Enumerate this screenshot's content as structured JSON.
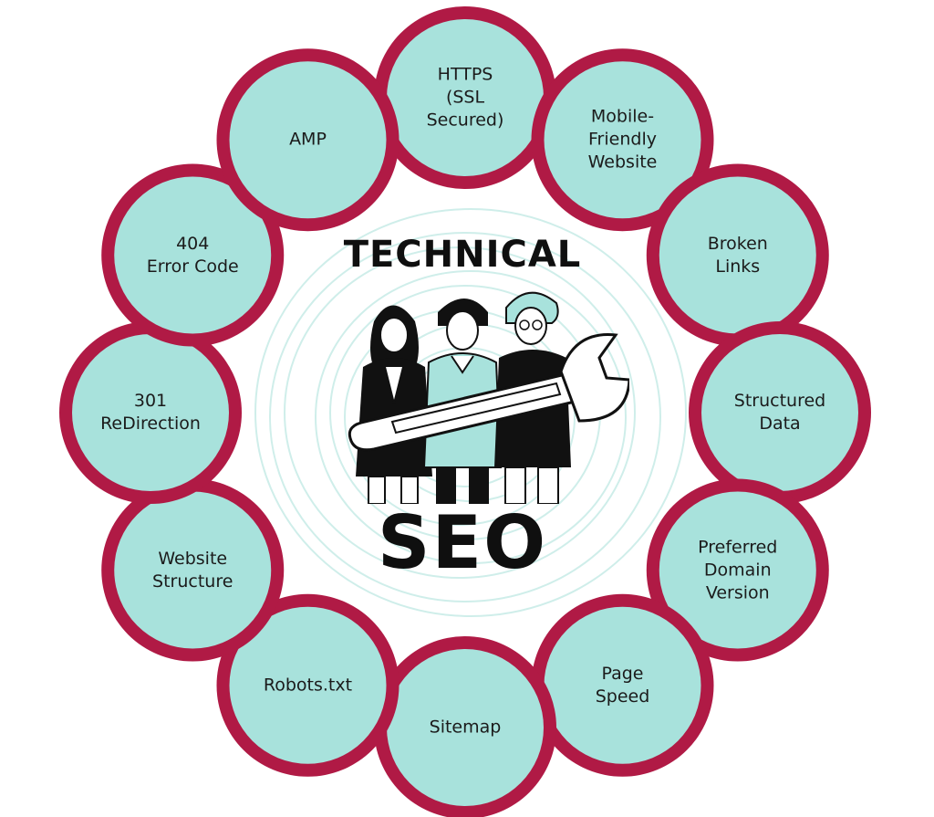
{
  "title": "TECHNICAL",
  "subtitle": "SEO",
  "colors": {
    "ring": "#b01a45",
    "node_fill": "#a8e2dc",
    "node_border": "#b01a45",
    "text": "#1b1b1b",
    "swirl": "#cfeeea"
  },
  "illustration": "three-people-holding-wrench",
  "nodes": [
    {
      "label": "HTTPS\n(SSL\nSecured)"
    },
    {
      "label": "Mobile-\nFriendly\nWebsite"
    },
    {
      "label": "Broken\nLinks"
    },
    {
      "label": "Structured\nData"
    },
    {
      "label": "Preferred\nDomain\nVersion"
    },
    {
      "label": "Page\nSpeed"
    },
    {
      "label": "Sitemap"
    },
    {
      "label": "Robots.txt"
    },
    {
      "label": "Website\nStructure"
    },
    {
      "label": "301\nReDirection"
    },
    {
      "label": "404\nError Code"
    },
    {
      "label": "AMP"
    }
  ]
}
